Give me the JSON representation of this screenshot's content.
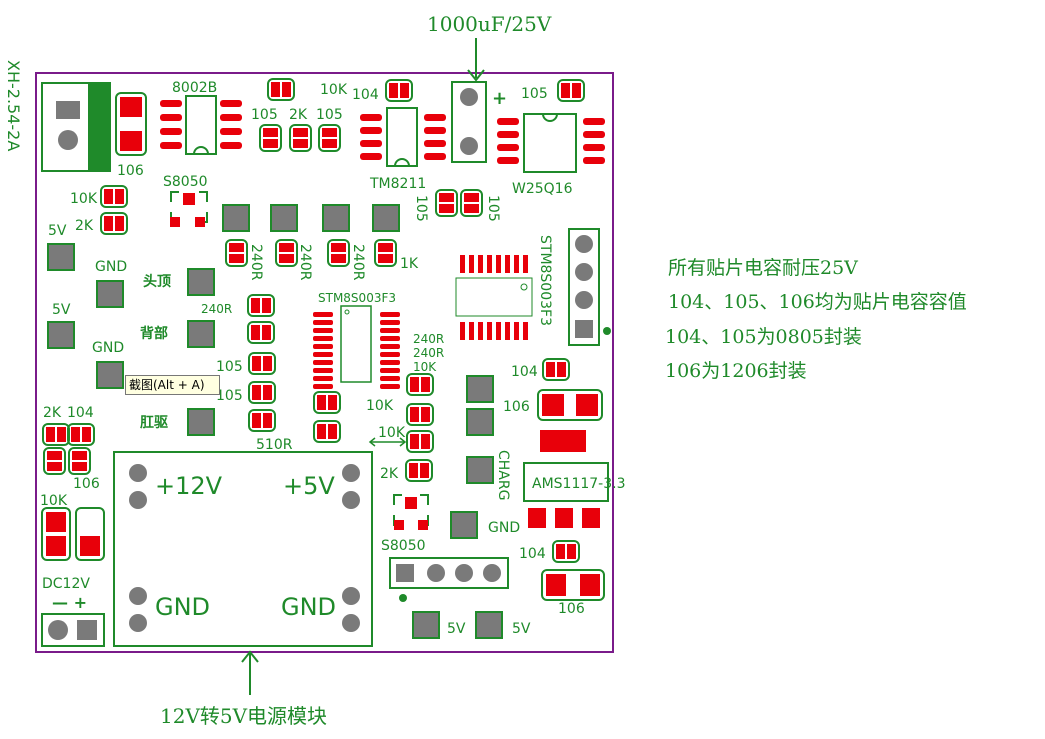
{
  "title_bottom": "12V转5V电源模块",
  "cap_top": "1000uF/25V",
  "xh_label": "XH-2.54-2A",
  "notes": [
    "所有贴片电容耐压25V",
    "104、105、106均为贴片电容容值",
    "104、105为0805封装",
    "106为1206封装"
  ],
  "tooltip": "截图(Alt + A)",
  "labels": {
    "c106_left": "106",
    "ic_8002b": "8002B",
    "r10k_top": "10K",
    "c104_top": "104",
    "c105_top": "105",
    "c105_a": "105",
    "r2k_a": "2K",
    "c105_b": "105",
    "tm8211": "TM8211",
    "w25q16": "W25Q16",
    "plus": "+",
    "r10k_left": "10K",
    "r2k_left": "2K",
    "s8050_top": "S8050",
    "c105_vert_a": "105",
    "c105_vert_b": "105",
    "v5_a": "5V",
    "gnd_a": "GND",
    "v5_b": "5V",
    "gnd_b": "GND",
    "head_top": "头顶",
    "back": "背部",
    "anal": "肛驱",
    "r240_a": "240R",
    "r240_b": "240R",
    "r240_c": "240R",
    "r1k": "1K",
    "r240_d": "240R",
    "stm_small": "STM8S003F3",
    "stm_vert": "STM8S003F3",
    "r240_e": "240R",
    "r240_f": "240R",
    "r10k_mid": "10K",
    "c105_m1": "105",
    "c105_m2": "105",
    "r510": "510R",
    "r10k_m2": "10K",
    "r10k_m3": "10K",
    "c104_right": "104",
    "c106_right": "106",
    "r2k_left2": "2K",
    "c104_left2": "104",
    "c106_mid": "106",
    "r10k_bl": "10K",
    "dc12v": "DC12V",
    "minus_plus": "—  +",
    "plus12v": "+12V",
    "plus5v": "+5V",
    "gnd_l": "GND",
    "gnd_r": "GND",
    "r2k_bottom": "2K",
    "charg": "CHARG",
    "ams": "AMS1117-3.3",
    "gnd_pad": "GND",
    "s8050_bottom": "S8050",
    "c104_br": "104",
    "c106_br": "106",
    "v5_c": "5V",
    "v5_d": "5V"
  }
}
